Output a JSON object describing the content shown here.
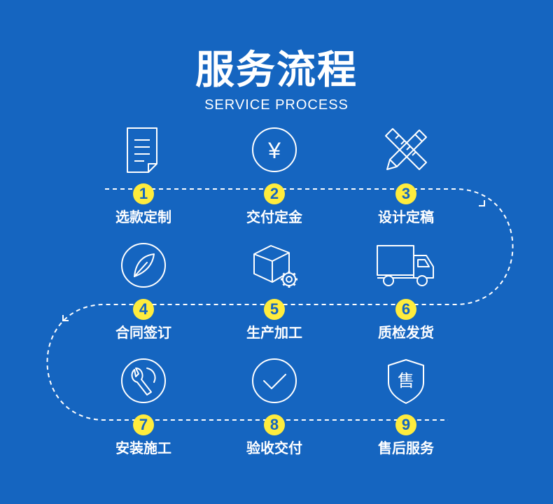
{
  "header": {
    "title": "服务流程",
    "subtitle": "SERVICE PROCESS"
  },
  "colors": {
    "background": "#1565c0",
    "line": "#ffffff",
    "badge": "#ffec3d",
    "badge_text": "#1565c0"
  },
  "steps": [
    {
      "number": "1",
      "label": "选款定制",
      "icon": "document-icon"
    },
    {
      "number": "2",
      "label": "交付定金",
      "icon": "yen-coin-icon"
    },
    {
      "number": "3",
      "label": "设计定稿",
      "icon": "pencil-ruler-icon"
    },
    {
      "number": "4",
      "label": "合同签订",
      "icon": "feather-pen-icon"
    },
    {
      "number": "5",
      "label": "生产加工",
      "icon": "box-gear-icon"
    },
    {
      "number": "6",
      "label": "质检发货",
      "icon": "delivery-truck-icon"
    },
    {
      "number": "7",
      "label": "安装施工",
      "icon": "wrench-icon"
    },
    {
      "number": "8",
      "label": "验收交付",
      "icon": "checkmark-circle-icon"
    },
    {
      "number": "9",
      "label": "售后服务",
      "icon": "shield-service-icon"
    }
  ],
  "icon_text": {
    "yen": "¥",
    "shield": "售"
  }
}
